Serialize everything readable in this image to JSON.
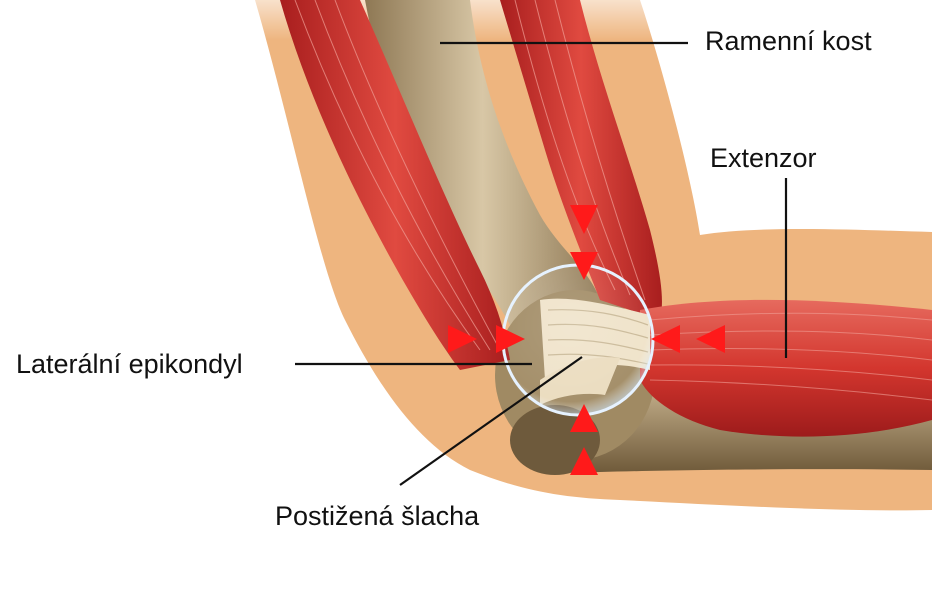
{
  "labels": {
    "humerus": "Ramenní kost",
    "extensor": "Extenzor",
    "lateral_epicondyle": "Laterální epikondyl",
    "affected_tendon": "Postižená šlacha"
  },
  "colors": {
    "skin": "#eeb57f",
    "muscle": "#d8352f",
    "bone": "#c7b492",
    "tendon": "#f1e6d3",
    "arrow": "#ff1a1a",
    "leader_line": "#111111"
  }
}
